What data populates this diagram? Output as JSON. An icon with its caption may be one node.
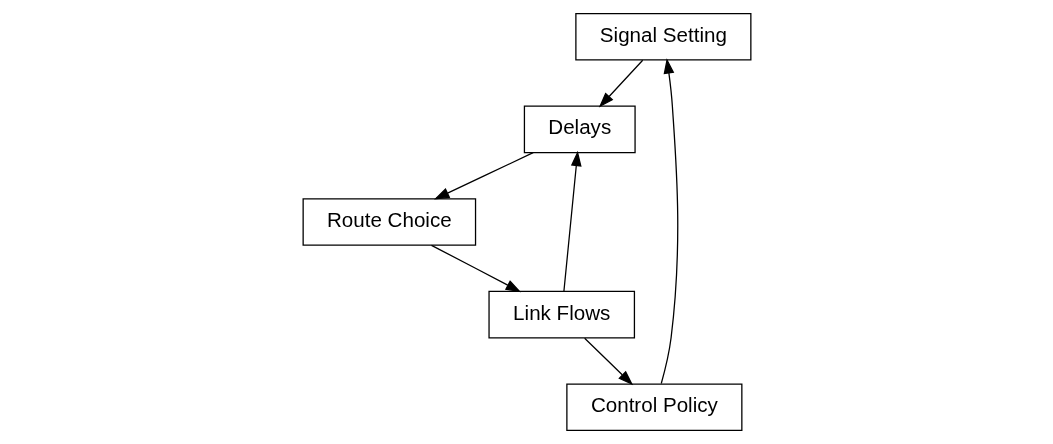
{
  "diagram": {
    "nodes": [
      {
        "text": [
          "Signal Setting"
        ]
      },
      {
        "text": [
          "Delays"
        ]
      },
      {
        "text": [
          "Control Policy"
        ]
      },
      {
        "text": [
          "Route Choice"
        ]
      },
      {
        "text": [
          "Link Flows"
        ]
      }
    ],
    "edges": [
      {
        "from": 2,
        "to": 0,
        "arrow": "to"
      },
      {
        "from": 0,
        "to": 1,
        "arrow": "to"
      },
      {
        "from": 1,
        "to": 3,
        "arrow": "to"
      },
      {
        "from": 3,
        "to": 4,
        "arrow": "to"
      },
      {
        "from": 4,
        "to": 1,
        "arrow": "to"
      },
      {
        "from": 4,
        "to": 2,
        "arrow": "to"
      }
    ]
  }
}
